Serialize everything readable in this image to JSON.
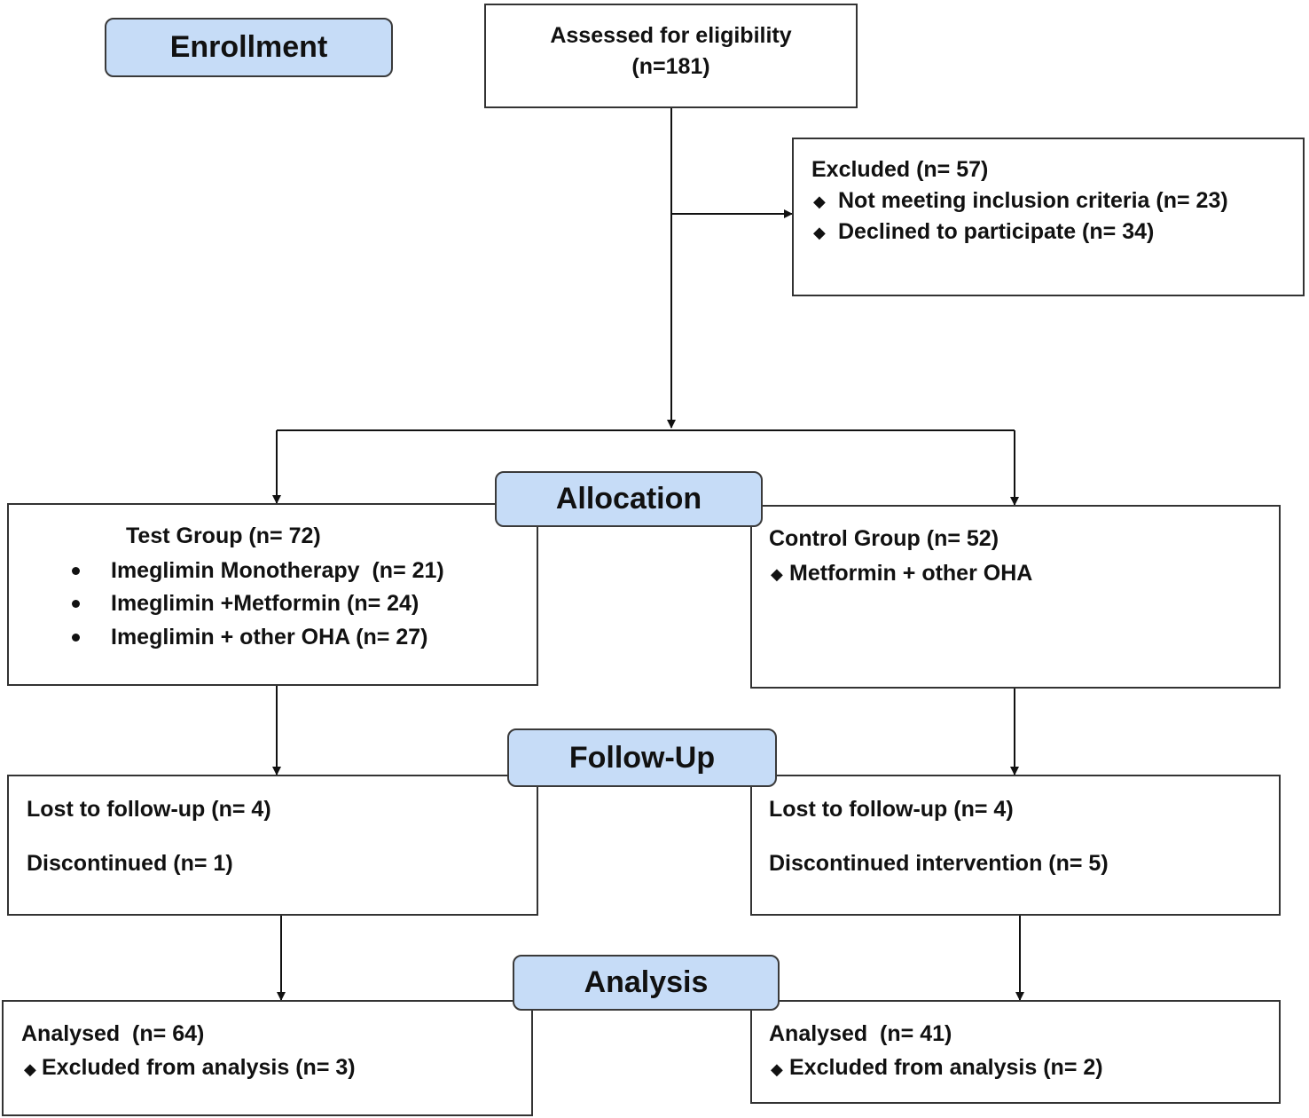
{
  "stages": {
    "enrollment": "Enrollment",
    "allocation": "Allocation",
    "follow_up": "Follow-Up",
    "analysis": "Analysis"
  },
  "assessed": {
    "line1": "Assessed for eligibility",
    "line2": "(n=181)"
  },
  "excluded": {
    "title": "Excluded (n= 57)",
    "bullet_symbol": "◆",
    "items": [
      "Not meeting inclusion criteria (n= 23)",
      "Declined to participate (n= 34)"
    ]
  },
  "test_group": {
    "title": "Test Group (n= 72)",
    "items": [
      "Imeglimin Monotherapy  (n= 21)",
      "Imeglimin +Metformin (n= 24)",
      "Imeglimin + other OHA (n= 27)"
    ]
  },
  "control_group": {
    "title": "Control Group (n= 52)",
    "items": [
      "Metformin + other OHA"
    ]
  },
  "followup_test": {
    "lost": "Lost to follow-up (n= 4)",
    "discontinued": "Discontinued (n= 1)"
  },
  "followup_control": {
    "lost": "Lost to follow-up (n= 4)",
    "discontinued": "Discontinued intervention (n= 5)"
  },
  "analysis_test": {
    "analysed": "Analysed  (n= 64)",
    "excluded": "Excluded from analysis (n= 3)"
  },
  "analysis_control": {
    "analysed": "Analysed  (n= 41)",
    "excluded": "Excluded from analysis (n= 2)"
  },
  "colors": {
    "stage_fill": "#c6dcf7",
    "line": "#111111"
  }
}
